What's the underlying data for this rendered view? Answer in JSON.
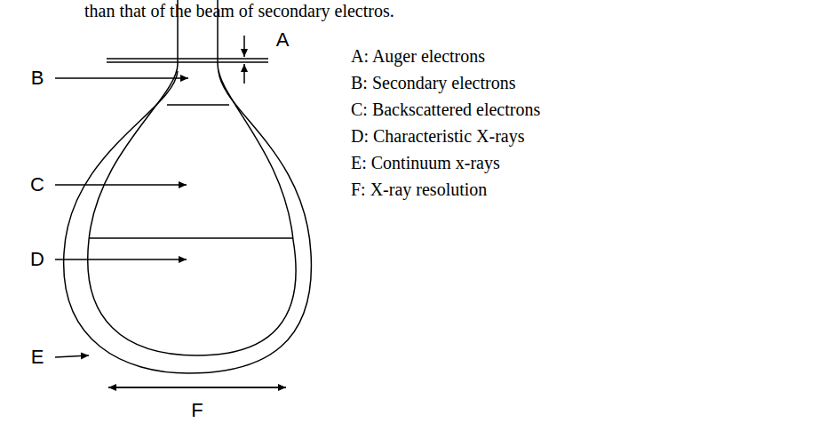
{
  "diagram": {
    "labels": [
      "than that of the beam of secondary electros.",
      "A",
      "B",
      "C",
      "D",
      "E",
      "F",
      "A: Auger electrons",
      "B: Secondary electrons",
      "C: Backscattered electrons",
      "D: Characteristic X-rays",
      "E: Continuum x-rays",
      "F: X-ray resolution"
    ]
  }
}
